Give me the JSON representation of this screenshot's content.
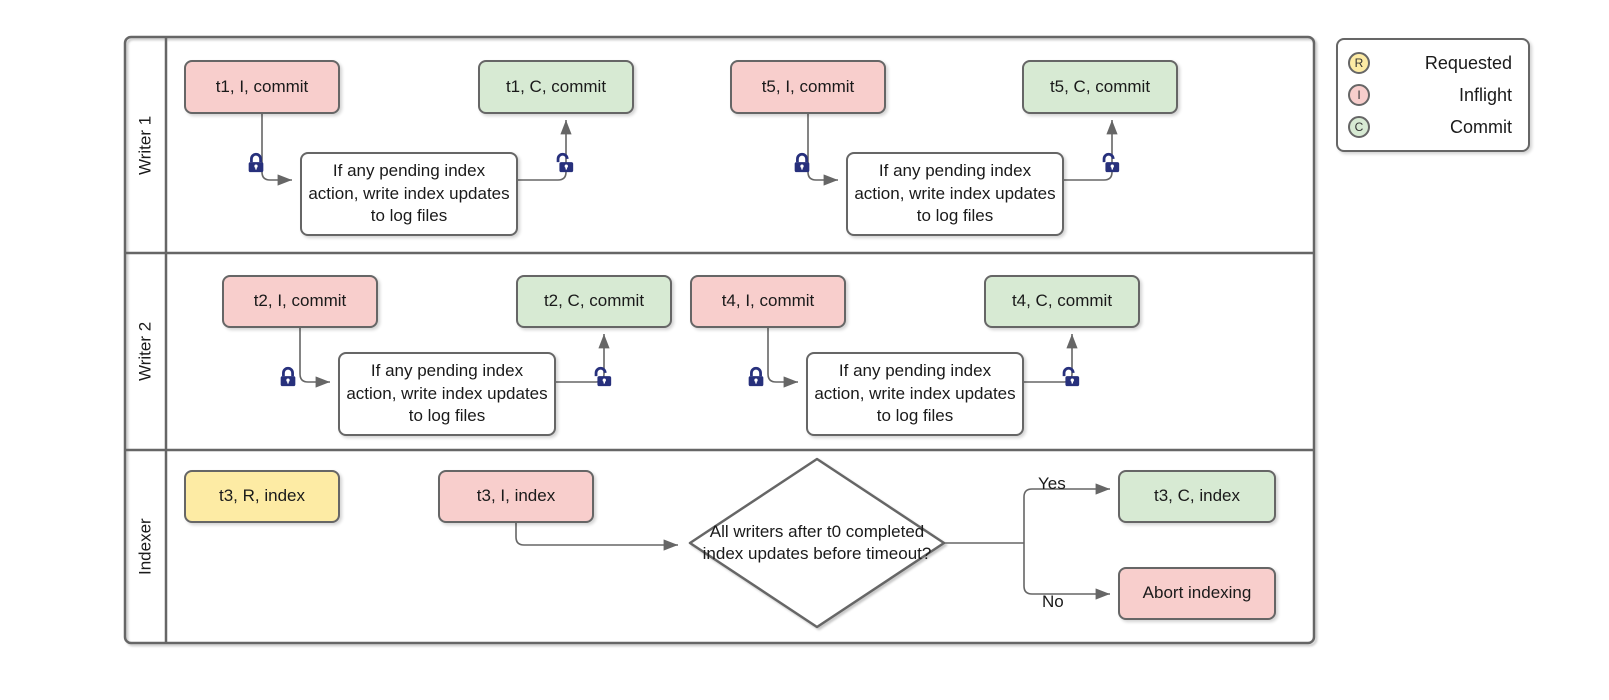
{
  "diagram": {
    "title": "Writer / Indexer commit and indexing swimlane flow",
    "colors": {
      "pink": "#f8cecc",
      "green": "#d7ead3",
      "yellow": "#fdeba4",
      "stroke": "#666666",
      "lock": "#27307c",
      "text": "#1a1a1a"
    }
  },
  "lanes": [
    {
      "id": "writer1",
      "label": "Writer 1"
    },
    {
      "id": "writer2",
      "label": "Writer 2"
    },
    {
      "id": "indexer",
      "label": "Indexer"
    }
  ],
  "process_text": "If any pending index action, write index updates to log files",
  "nodes": {
    "w1_t1_i": {
      "label": "t1, I, commit",
      "state": "Inflight",
      "color": "pink"
    },
    "w1_proc_1": {
      "label": "If any pending index action, write index updates to log files",
      "color": "white"
    },
    "w1_t1_c": {
      "label": "t1, C, commit",
      "state": "Commit",
      "color": "green"
    },
    "w1_t5_i": {
      "label": "t5, I, commit",
      "state": "Inflight",
      "color": "pink"
    },
    "w1_proc_2": {
      "label": "If any pending index action, write index updates to log files",
      "color": "white"
    },
    "w1_t5_c": {
      "label": "t5, C, commit",
      "state": "Commit",
      "color": "green"
    },
    "w2_t2_i": {
      "label": "t2, I, commit",
      "state": "Inflight",
      "color": "pink"
    },
    "w2_proc_1": {
      "label": "If any pending index action, write index updates to log files",
      "color": "white"
    },
    "w2_t2_c": {
      "label": "t2, C, commit",
      "state": "Commit",
      "color": "green"
    },
    "w2_t4_i": {
      "label": "t4, I, commit",
      "state": "Inflight",
      "color": "pink"
    },
    "w2_proc_2": {
      "label": "If any pending index action, write index updates to log files",
      "color": "white"
    },
    "w2_t4_c": {
      "label": "t4, C, commit",
      "state": "Commit",
      "color": "green"
    },
    "ix_t3_r": {
      "label": "t3, R, index",
      "state": "Requested",
      "color": "yellow"
    },
    "ix_t3_i": {
      "label": "t3, I, index",
      "state": "Inflight",
      "color": "pink"
    },
    "ix_decision": {
      "label": "All writers after t0 completed index updates before timeout?"
    },
    "ix_t3_c": {
      "label": "t3, C, index",
      "state": "Commit",
      "color": "green"
    },
    "ix_abort": {
      "label": "Abort indexing",
      "color": "pink"
    }
  },
  "edge_labels": {
    "yes": "Yes",
    "no": "No"
  },
  "locks": [
    {
      "id": "w1-lock-acquire-1",
      "icon": "lock-closed-icon",
      "state": "locked"
    },
    {
      "id": "w1-lock-release-1",
      "icon": "lock-open-icon",
      "state": "unlocked"
    },
    {
      "id": "w1-lock-acquire-2",
      "icon": "lock-closed-icon",
      "state": "locked"
    },
    {
      "id": "w1-lock-release-2",
      "icon": "lock-open-icon",
      "state": "unlocked"
    },
    {
      "id": "w2-lock-acquire-1",
      "icon": "lock-closed-icon",
      "state": "locked"
    },
    {
      "id": "w2-lock-release-1",
      "icon": "lock-open-icon",
      "state": "unlocked"
    },
    {
      "id": "w2-lock-acquire-2",
      "icon": "lock-closed-icon",
      "state": "locked"
    },
    {
      "id": "w2-lock-release-2",
      "icon": "lock-open-icon",
      "state": "unlocked"
    }
  ],
  "legend": {
    "items": [
      {
        "badge": "R",
        "label": "Requested",
        "color": "yellow"
      },
      {
        "badge": "I",
        "label": "Inflight",
        "color": "pink"
      },
      {
        "badge": "C",
        "label": "Commit",
        "color": "green"
      }
    ]
  }
}
